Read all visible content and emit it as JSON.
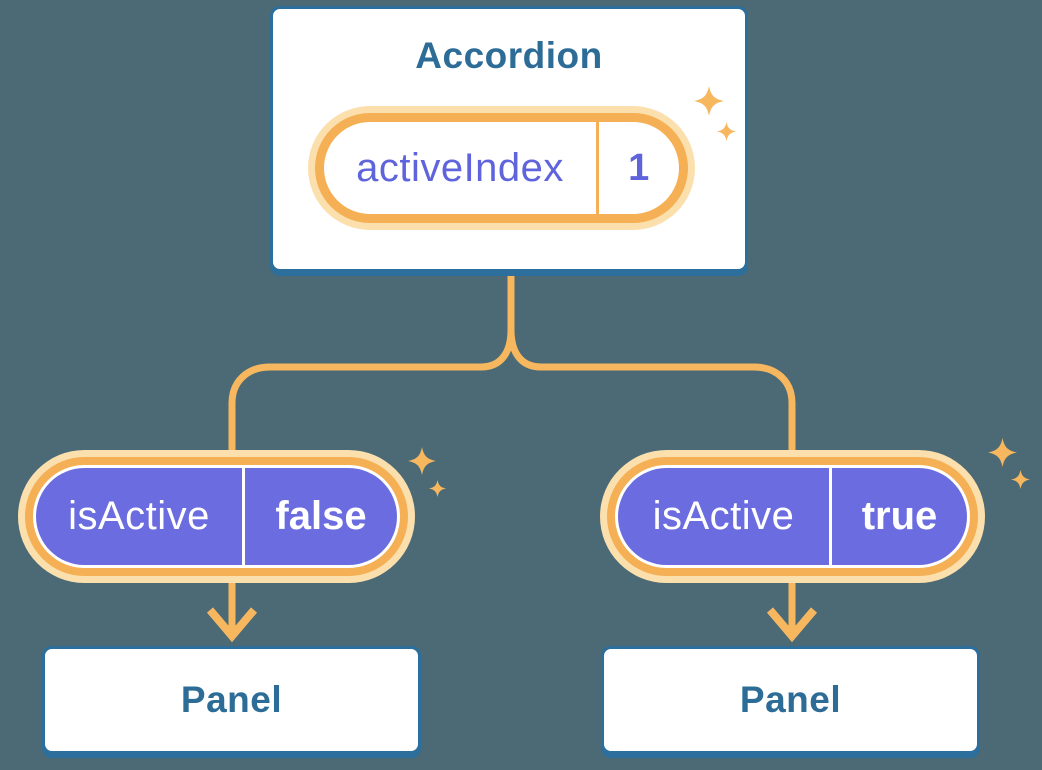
{
  "diagram": {
    "root": {
      "title": "Accordion",
      "state_label": "activeIndex",
      "state_value": "1"
    },
    "children": [
      {
        "prop_label": "isActive",
        "prop_value": "false",
        "panel_title": "Panel"
      },
      {
        "prop_label": "isActive",
        "prop_value": "true",
        "panel_title": "Panel"
      }
    ],
    "icons": {
      "sparkle": "✦ four-point star (state highlight)"
    },
    "colors": {
      "background": "#4C6A75",
      "box_border": "#2C6E9C",
      "heading_text": "#2C6C96",
      "connector": "#F6B75F",
      "pill_ring": "#F5AF54",
      "pill_halo": "#FBE0AE",
      "pill_fill": "#6A6CE0",
      "state_text": "#6064DC",
      "value_text": "#FFFFFF"
    }
  }
}
